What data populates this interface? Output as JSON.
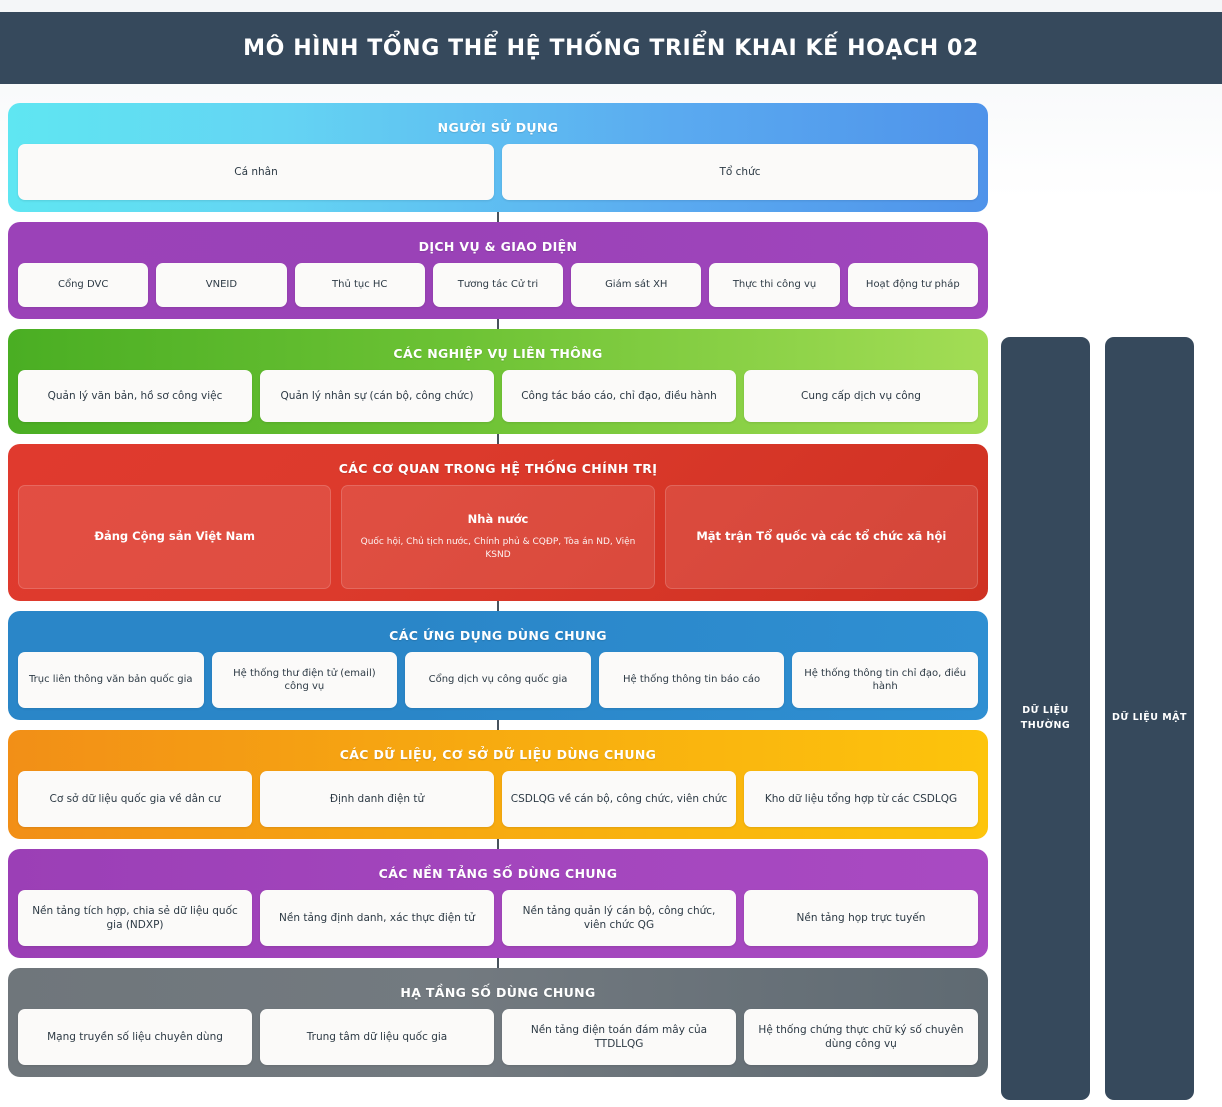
{
  "header": {
    "title": "MÔ HÌNH TỔNG THỂ HỆ THỐNG TRIỂN KHAI KẾ HOẠCH 02",
    "bg_color": "#36495c",
    "text_color": "#ffffff"
  },
  "bands": [
    {
      "id": "users",
      "title": "NGƯỜI SỬ DỤNG",
      "gradient_from": "#5fe6f2",
      "gradient_to": "#4f93ea",
      "items": [
        {
          "label": "Cá nhân"
        },
        {
          "label": "Tổ chức"
        }
      ]
    },
    {
      "id": "services",
      "title": "DỊCH VỤ & GIAO DIỆN",
      "gradient_from": "#9b42b8",
      "gradient_to": "#a046bd",
      "items": [
        {
          "label": "Cổng DVC"
        },
        {
          "label": "VNEID"
        },
        {
          "label": "Thủ tục HC"
        },
        {
          "label": "Tương tác Cử tri"
        },
        {
          "label": "Giám sát XH"
        },
        {
          "label": "Thực thi công vụ"
        },
        {
          "label": "Hoạt động tư pháp"
        }
      ]
    },
    {
      "id": "process",
      "title": "CÁC NGHIỆP VỤ LIÊN THÔNG",
      "gradient_from": "#4aae23",
      "gradient_to": "#a3dd55",
      "items": [
        {
          "label": "Quản lý văn bản, hồ sơ công việc"
        },
        {
          "label": "Quản lý nhân sự (cán bộ, công chức)"
        },
        {
          "label": "Công tác báo cáo, chỉ đạo, điều hành"
        },
        {
          "label": "Cung cấp dịch vụ công"
        }
      ]
    },
    {
      "id": "orgs",
      "title": "CÁC CƠ QUAN TRONG HỆ THỐNG CHÍNH TRỊ",
      "gradient_from": "#e03a2e",
      "gradient_to": "#cf3122",
      "items": [
        {
          "label": "Đảng Cộng sản Việt Nam",
          "sub": ""
        },
        {
          "label": "Nhà nước",
          "sub": "Quốc hội, Chủ tịch nước, Chính phủ & CQĐP, Tòa án ND, Viện KSND"
        },
        {
          "label": "Mặt trận Tổ quốc và các tổ chức xã hội",
          "sub": ""
        }
      ]
    },
    {
      "id": "apps",
      "title": "CÁC ỨNG DỤNG DÙNG CHUNG",
      "gradient_from": "#2a86c8",
      "gradient_to": "#2f8fd2",
      "items": [
        {
          "label": "Trục liên thông văn bản quốc gia"
        },
        {
          "label": "Hệ thống thư điện tử (email) công vụ"
        },
        {
          "label": "Cổng dịch vụ công quốc gia"
        },
        {
          "label": "Hệ thống thông tin báo cáo"
        },
        {
          "label": "Hệ thống thông tin chỉ đạo, điều hành"
        }
      ]
    },
    {
      "id": "data",
      "title": "CÁC DỮ LIỆU, CƠ SỞ DỮ LIỆU DÙNG CHUNG",
      "gradient_from": "#f28f17",
      "gradient_to": "#fdc40c",
      "items": [
        {
          "label": "Cơ sở dữ liệu quốc gia về dân cư"
        },
        {
          "label": "Định danh điện tử"
        },
        {
          "label": "CSDLQG về cán bộ, công chức, viên chức"
        },
        {
          "label": "Kho dữ liệu tổng hợp từ các CSDLQG"
        }
      ]
    },
    {
      "id": "platform",
      "title": "CÁC NỀN TẢNG SỐ DÙNG CHUNG",
      "gradient_from": "#9b3fb6",
      "gradient_to": "#a94ac2",
      "items": [
        {
          "label": "Nền tảng tích hợp, chia sẻ dữ liệu quốc gia (NDXP)"
        },
        {
          "label": "Nền tảng định danh, xác thực điện tử"
        },
        {
          "label": "Nền tảng quản lý cán bộ, công chức, viên chức QG"
        },
        {
          "label": "Nền tảng họp trực tuyến"
        }
      ]
    },
    {
      "id": "infra",
      "title": "HẠ TẦNG SỐ DÙNG CHUNG",
      "gradient_from": "#6f767b",
      "gradient_to": "#5f6a72",
      "items": [
        {
          "label": "Mạng truyền số liệu chuyên dùng"
        },
        {
          "label": "Trung tâm dữ liệu quốc gia"
        },
        {
          "label": "Nền tảng điện toán đám mây của TTDLLQG"
        },
        {
          "label": "Hệ thống chứng thực chữ ký số chuyên dùng công vụ"
        }
      ]
    }
  ],
  "side_panels": [
    {
      "id": "normal",
      "label": "DỮ LIỆU\nTHƯỜNG",
      "line1": "DỮ LIỆU",
      "line2": "THƯỜNG",
      "bg_color": "#36495c"
    },
    {
      "id": "secret",
      "label": "DỮ LIỆU MẬT",
      "line1": "DỮ LIỆU MẬT",
      "line2": "",
      "bg_color": "#36495c"
    }
  ]
}
